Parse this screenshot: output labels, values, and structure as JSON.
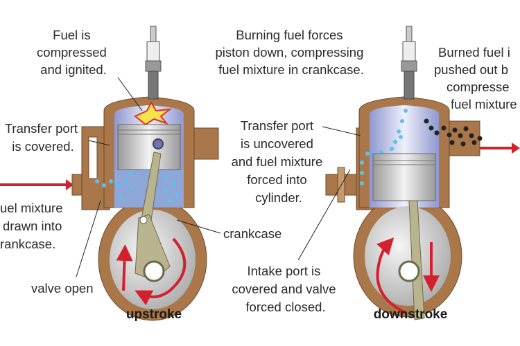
{
  "labels": {
    "fuel_compressed": [
      "Fuel is",
      "compressed",
      "and ignited."
    ],
    "burning_fuel": [
      "Burning fuel forces",
      "piston down, compressing",
      "fuel mixture in crankcase."
    ],
    "burned_fuel": [
      "Burned fuel i",
      "pushed out b",
      "compresse",
      "fuel mixture"
    ],
    "transfer_covered": [
      "Transfer port",
      "is covered."
    ],
    "transfer_uncovered": [
      "Transfer port",
      "is uncovered",
      "and fuel mixture",
      "forced into",
      "cylinder."
    ],
    "fuel_drawn": [
      "uel mixture",
      "drawn into",
      "rankcase."
    ],
    "crankcase": "crankcase",
    "valve_open": "valve open",
    "intake_covered": [
      "Intake port is",
      "covered and valve",
      "forced closed."
    ]
  },
  "captions": {
    "left": "upstroke",
    "right": "downstroke"
  },
  "colors": {
    "casing": "#a9774a",
    "casing_inner": "#d9b48a",
    "fuel": "#5fc0ea",
    "exhaust": "#222222",
    "arrow": "#d3202f",
    "cylinder": "#c9cde8",
    "rod": "#b9b48e"
  }
}
